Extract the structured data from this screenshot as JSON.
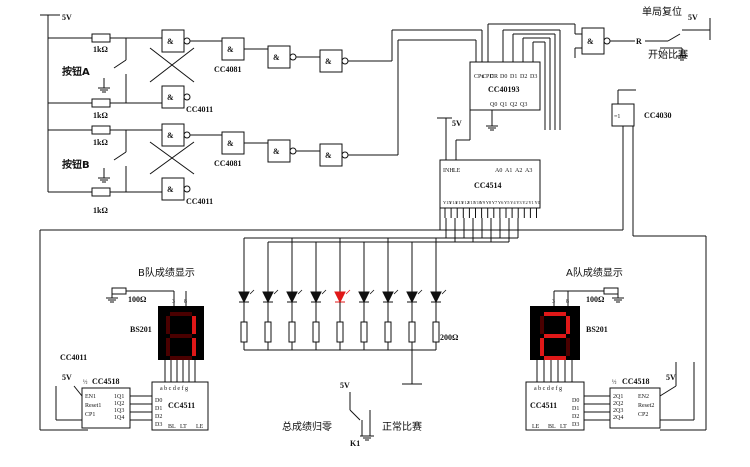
{
  "supply": {
    "v5": "5V"
  },
  "resistor": {
    "r1k": "1kΩ",
    "r100": "100Ω",
    "r200": "200Ω"
  },
  "buttons": {
    "a": "按钮A",
    "b": "按钮B"
  },
  "chips": {
    "cc4011": "CC4011",
    "cc4081": "CC4081",
    "cc40193": "CC40193",
    "cc4514": "CC4514",
    "cc4030": "CC4030",
    "cc4518": "CC4518",
    "cc4511": "CC4511",
    "bs201": "BS201"
  },
  "gate": {
    "and": "&",
    "xor": "=1"
  },
  "labels": {
    "reset_game": "单局复位",
    "start_game": "开始比赛",
    "r": "R",
    "team_b": "B队成绩显示",
    "team_a": "A队成绩显示",
    "total_reset": "总成绩归零",
    "normal_game": "正常比赛",
    "k1": "K1",
    "half": "½"
  },
  "displays": {
    "b_digit": "1",
    "a_digit": "2",
    "pin3": "3",
    "pin8": "8"
  },
  "pins": {
    "c40193_top": [
      "CPu",
      "CPD",
      "CR",
      "D0",
      "D1",
      "D2",
      "D3"
    ],
    "c40193_bottom": [
      "Q0",
      "Q1",
      "Q2",
      "Q3"
    ],
    "c4514_top": [
      "INH",
      "LE",
      "A0",
      "A1",
      "A2",
      "A3"
    ],
    "c4514_bottom": [
      "Y15",
      "Y14",
      "Y13",
      "Y12",
      "Y11",
      "Y10",
      "Y9",
      "Y8",
      "Y7",
      "Y6",
      "Y5",
      "Y4",
      "Y3",
      "Y2",
      "Y1",
      "Y0"
    ],
    "c4511_inputs": [
      "D0",
      "D1",
      "D2",
      "D3"
    ],
    "c4511_bottom": [
      "BL",
      "LT",
      "LE"
    ],
    "c4511_segments": "a b c d e f g",
    "c4518_left_b": [
      "EN1",
      "Reset1",
      "CP1"
    ],
    "c4518_right_b": [
      "1Q1",
      "1Q2",
      "1Q3",
      "1Q4"
    ],
    "c4518_left_a": [
      "2Q1",
      "2Q2",
      "2Q3",
      "2Q4"
    ],
    "c4518_right_a": [
      "EN2",
      "Reset2",
      "CP2"
    ]
  },
  "colors": {
    "segment_on": "#e01818",
    "segment_off": "#4a0000",
    "display_bg": "#000000",
    "led_lit": "#e01818"
  }
}
